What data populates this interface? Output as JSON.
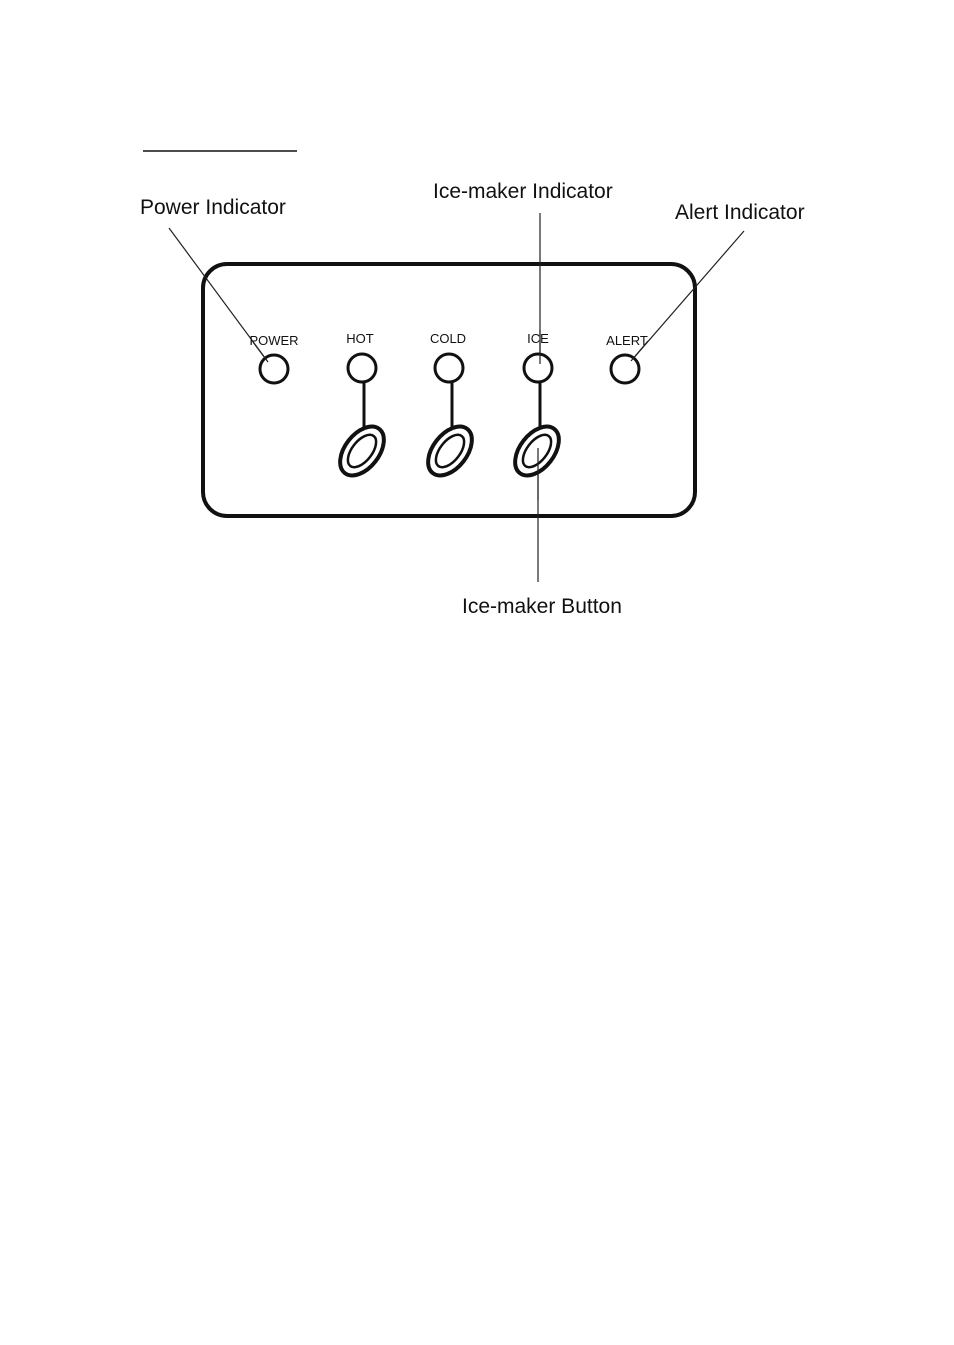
{
  "callouts": {
    "power_indicator": "Power Indicator",
    "ice_maker_indicator": "Ice-maker Indicator",
    "alert_indicator": "Alert Indicator",
    "ice_maker_button": "Ice-maker Button"
  },
  "panel": {
    "labels": {
      "power": "POWER",
      "hot": "HOT",
      "cold": "COLD",
      "ice": "ICE",
      "alert": "ALERT"
    }
  },
  "colors": {
    "ink": "#111111",
    "background": "#ffffff"
  }
}
